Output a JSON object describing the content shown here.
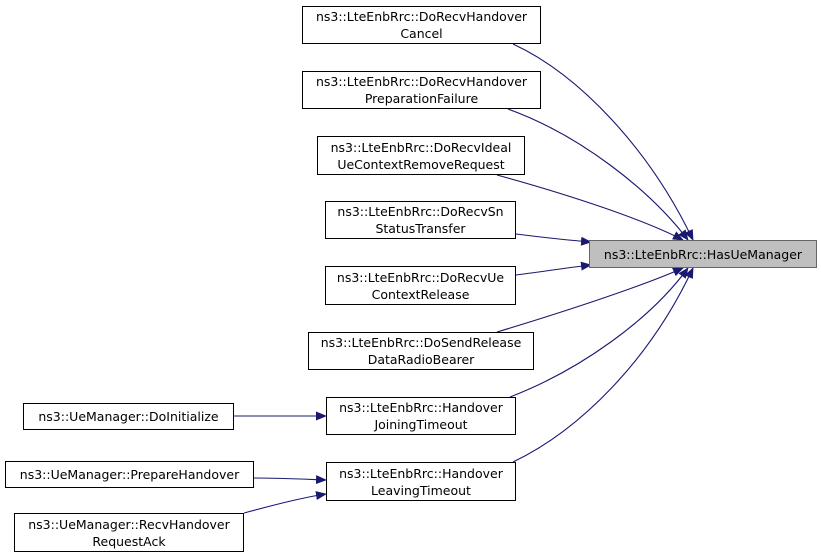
{
  "nodes": [
    {
      "id": "target",
      "lines": [
        "ns3::LteEnbRrc::HasUeManager"
      ]
    },
    {
      "id": "cancel",
      "lines": [
        "ns3::LteEnbRrc::DoRecvHandover",
        "Cancel"
      ]
    },
    {
      "id": "prepfail",
      "lines": [
        "ns3::LteEnbRrc::DoRecvHandover",
        "PreparationFailure"
      ]
    },
    {
      "id": "ideal",
      "lines": [
        "ns3::LteEnbRrc::DoRecvIdeal",
        "UeContextRemoveRequest"
      ]
    },
    {
      "id": "sn",
      "lines": [
        "ns3::LteEnbRrc::DoRecvSn",
        "StatusTransfer"
      ]
    },
    {
      "id": "uerel",
      "lines": [
        "ns3::LteEnbRrc::DoRecvUe",
        "ContextRelease"
      ]
    },
    {
      "id": "sendrel",
      "lines": [
        "ns3::LteEnbRrc::DoSendRelease",
        "DataRadioBearer"
      ]
    },
    {
      "id": "joining",
      "lines": [
        "ns3::LteEnbRrc::Handover",
        "JoiningTimeout"
      ]
    },
    {
      "id": "leaving",
      "lines": [
        "ns3::LteEnbRrc::Handover",
        "LeavingTimeout"
      ]
    },
    {
      "id": "doinit",
      "lines": [
        "ns3::UeManager::DoInitialize"
      ]
    },
    {
      "id": "prephand",
      "lines": [
        "ns3::UeManager::PrepareHandover"
      ]
    },
    {
      "id": "recvack",
      "lines": [
        "ns3::UeManager::RecvHandover",
        "RequestAck"
      ]
    }
  ],
  "edges": [
    {
      "from": "cancel",
      "to": "target"
    },
    {
      "from": "prepfail",
      "to": "target"
    },
    {
      "from": "ideal",
      "to": "target"
    },
    {
      "from": "sn",
      "to": "target"
    },
    {
      "from": "uerel",
      "to": "target"
    },
    {
      "from": "sendrel",
      "to": "target"
    },
    {
      "from": "joining",
      "to": "target"
    },
    {
      "from": "leaving",
      "to": "target"
    },
    {
      "from": "doinit",
      "to": "joining"
    },
    {
      "from": "prephand",
      "to": "leaving"
    },
    {
      "from": "recvack",
      "to": "leaving"
    }
  ],
  "colors": {
    "edge": "#191970",
    "target_fill": "#bfbfbf",
    "node_fill": "#ffffff"
  }
}
